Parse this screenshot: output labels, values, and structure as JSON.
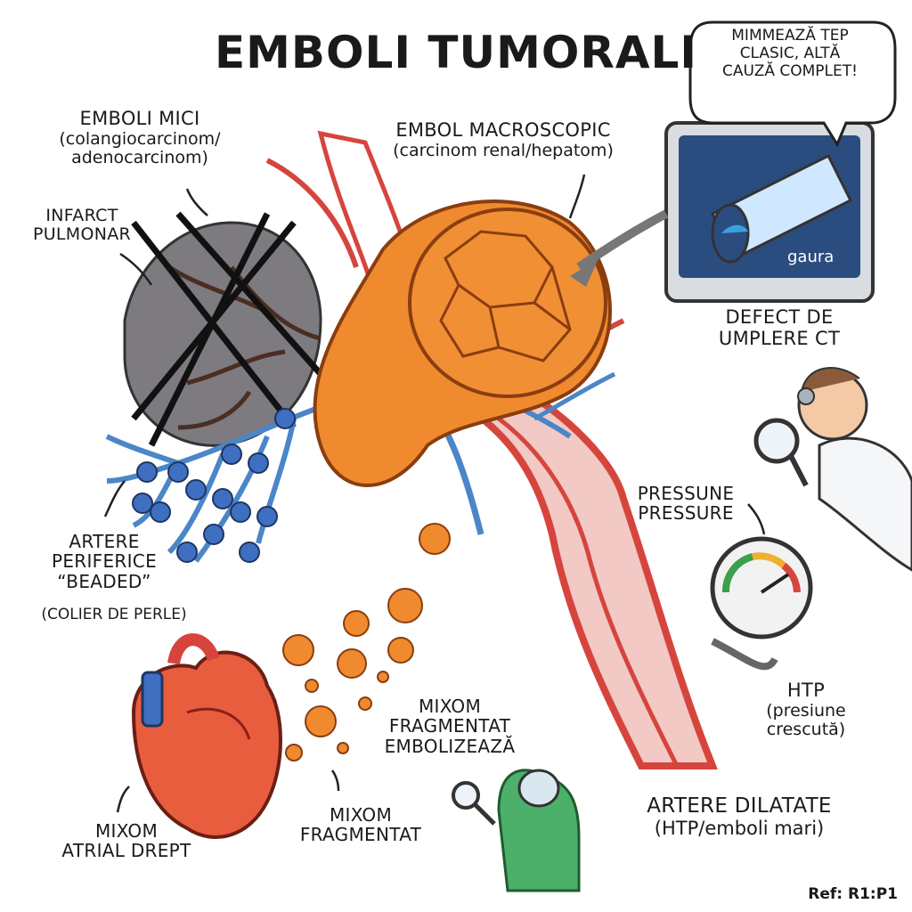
{
  "title": "EMBOLI TUMORALI",
  "speech_bubble": [
    "MIMMEAZĂ TEP",
    "CLASIC, ALTĂ",
    "CAUZĂ COMPLET!"
  ],
  "labels": {
    "emboli_mici": {
      "title": "EMBOLI MICI",
      "sub": [
        "(colangiocarcinom/",
        "adenocarcinom)"
      ]
    },
    "embol_macroscopic": {
      "title": "EMBOL MACROSCOPIC",
      "sub": "(carcinom renal/hepatom)"
    },
    "infarct": [
      "INFARCT",
      "PULMONAR"
    ],
    "ct_hole": "gaura",
    "ct_defect": [
      "DEFECT DE",
      "UMPLERE CT"
    ],
    "artere_periferice": [
      "ARTERE",
      "PERIFERICE",
      "“BEADED”"
    ],
    "colier": "(COLIER DE PERLE)",
    "pressure": [
      "PRESSUNE",
      "PRESSURE"
    ],
    "htp": {
      "title": "HTP",
      "sub": [
        "(presiune",
        "crescută)"
      ]
    },
    "mixom_embolizeaza": [
      "MIXOM",
      "FRAGMENTAT",
      "EMBOLIZEAZĂ"
    ],
    "mixom_atrial": [
      "MIXOM",
      "ATRIAL DREPT"
    ],
    "mixom_fragmentat": [
      "MIXOM",
      "FRAGMENTAT"
    ],
    "artere_dilatate": {
      "title": "ARTERE DILATATE",
      "sub": "(HTP/emboli mari)"
    }
  },
  "reference": "Ref: R1:P1",
  "colors": {
    "tumor_orange": "#ef8a2e",
    "tumor_outline": "#8a3d10",
    "artery_blue": "#4a86c8",
    "artery_red": "#d6453d",
    "bead_blue": "#3f6fc0",
    "ct_screen": "#2b4c7e",
    "gauge_green": "#3aa04a",
    "infarct_gray": "#7d7a80"
  }
}
